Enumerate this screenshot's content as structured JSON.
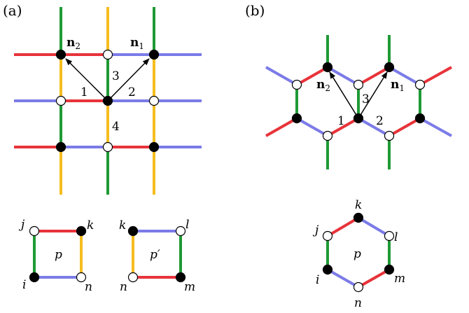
{
  "colors": {
    "red": "#e8333a",
    "blue": "#7b7be8",
    "green": "#1f9a35",
    "yellow": "#f5bd1f",
    "black": "#000000",
    "white": "#ffffff"
  },
  "panels": {
    "a": {
      "label": "(a)",
      "vectors": {
        "n1": "n",
        "n1_sub": "1",
        "n2": "n",
        "n2_sub": "2"
      },
      "bond_labels": [
        "1",
        "2",
        "3",
        "4"
      ],
      "plaquette_p": {
        "name": "p",
        "vertices": [
          "j",
          "k",
          "i",
          "n"
        ]
      },
      "plaquette_p_prime": {
        "name": "p′",
        "vertices": [
          "k",
          "l",
          "n",
          "m"
        ]
      }
    },
    "b": {
      "label": "(b)",
      "vectors": {
        "n1": "n",
        "n1_sub": "1",
        "n2": "n",
        "n2_sub": "2"
      },
      "bond_labels": [
        "1",
        "2",
        "3"
      ],
      "hexagon_p": {
        "name": "p",
        "vertices": [
          "k",
          "j",
          "l",
          "i",
          "m",
          "n"
        ]
      }
    }
  }
}
